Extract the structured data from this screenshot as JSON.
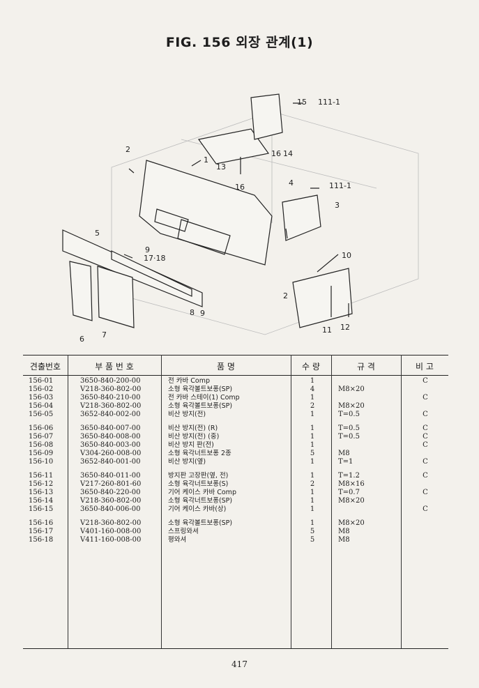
{
  "page": {
    "title": "FIG. 156 외장 관계(1)",
    "page_number": "417"
  },
  "diagram": {
    "callouts": [
      "1",
      "2",
      "2",
      "3",
      "4",
      "5",
      "6",
      "7",
      "8",
      "9",
      "9",
      "10",
      "11",
      "12",
      "13",
      "14",
      "15",
      "16",
      "16",
      "111-1",
      "111-1",
      "17·18"
    ]
  },
  "table": {
    "headers": [
      "견출번호",
      "부 품 번 호",
      "품 명",
      "수 량",
      "규 격",
      "비 고"
    ],
    "rows": [
      {
        "no": "156-01",
        "part": "3650-840-200-00",
        "name": "전 카바 Comp",
        "qty": "1",
        "spec": "",
        "remark": "C"
      },
      {
        "no": "156-02",
        "part": "V218-360-802-00",
        "name": "소형 육각볼트보퐁(SP)",
        "qty": "4",
        "spec": "M8×20",
        "remark": ""
      },
      {
        "no": "156-03",
        "part": "3650-840-210-00",
        "name": "전 카바 스테이(1) Comp",
        "qty": "1",
        "spec": "",
        "remark": "C"
      },
      {
        "no": "156-04",
        "part": "V218-360-802-00",
        "name": "소형 육각볼트보퐁(SP)",
        "qty": "2",
        "spec": "M8×20",
        "remark": ""
      },
      {
        "no": "156-05",
        "part": "3652-840-002-00",
        "name": "비산 방지(전)",
        "qty": "1",
        "spec": "T=0.5",
        "remark": "C"
      },
      {
        "no": "156-06",
        "part": "3650-840-007-00",
        "name": "비산 방지(전) (R)",
        "qty": "1",
        "spec": "T=0.5",
        "remark": "C"
      },
      {
        "no": "156-07",
        "part": "3650-840-008-00",
        "name": "비산 방지(전) (중)",
        "qty": "1",
        "spec": "T=0.5",
        "remark": "C"
      },
      {
        "no": "156-08",
        "part": "3650-840-003-00",
        "name": "비산 방지 판(전)",
        "qty": "1",
        "spec": "",
        "remark": "C"
      },
      {
        "no": "156-09",
        "part": "V304-260-008-00",
        "name": "소형 육각너트보퐁 2종",
        "qty": "5",
        "spec": "M8",
        "remark": ""
      },
      {
        "no": "156-10",
        "part": "3652-840-001-00",
        "name": "비산 방지(옆)",
        "qty": "1",
        "spec": "T=1",
        "remark": "C"
      },
      {
        "no": "156-11",
        "part": "3650-840-011-00",
        "name": "방지판 고장판(옆, 전)",
        "qty": "1",
        "spec": "T=1.2",
        "remark": "C"
      },
      {
        "no": "156-12",
        "part": "V217-260-801-60",
        "name": "소형 육각너트보퐁(S)",
        "qty": "2",
        "spec": "M8×16",
        "remark": ""
      },
      {
        "no": "156-13",
        "part": "3650-840-220-00",
        "name": "기어 케이스 카바 Comp",
        "qty": "1",
        "spec": "T=0.7",
        "remark": "C"
      },
      {
        "no": "156-14",
        "part": "V218-360-802-00",
        "name": "소형 육각너트보퐁(SP)",
        "qty": "1",
        "spec": "M8×20",
        "remark": ""
      },
      {
        "no": "156-15",
        "part": "3650-840-006-00",
        "name": "기어 케이스 카바(상)",
        "qty": "1",
        "spec": "",
        "remark": "C"
      },
      {
        "no": "156-16",
        "part": "V218-360-802-00",
        "name": "소형 육각볼트보퐁(SP)",
        "qty": "1",
        "spec": "M8×20",
        "remark": ""
      },
      {
        "no": "156-17",
        "part": "V401-160-008-00",
        "name": "스프링와셔",
        "qty": "5",
        "spec": "M8",
        "remark": ""
      },
      {
        "no": "156-18",
        "part": "V411-160-008-00",
        "name": "평와셔",
        "qty": "5",
        "spec": "M8",
        "remark": ""
      }
    ]
  }
}
